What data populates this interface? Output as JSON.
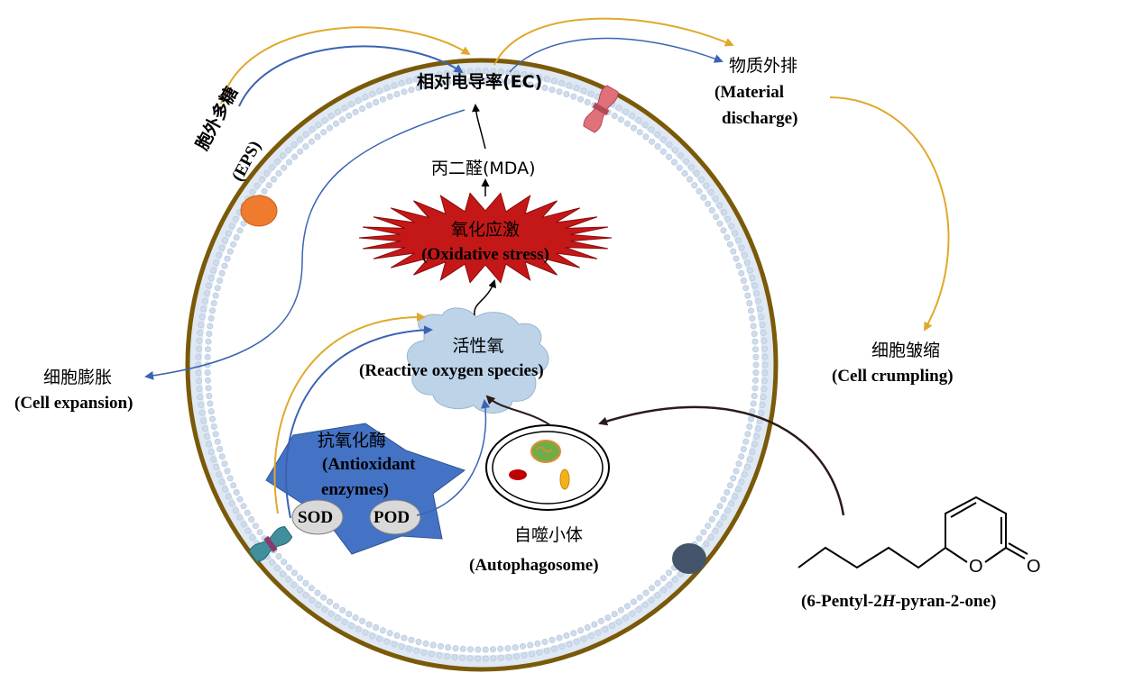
{
  "labels": {
    "ec": "相对电导率(EC)",
    "mda": "丙二醛(MDA)",
    "oxidative_zh": "氧化应激",
    "oxidative_en": "(Oxidative stress)",
    "ros_zh": "活性氧",
    "ros_en": "(Reactive oxygen species)",
    "antiox_zh": "抗氧化酶",
    "antiox_en1": "(Antioxidant",
    "antiox_en2": "enzymes)",
    "sod": "SOD",
    "pod": "POD",
    "auto_zh": "自噬小体",
    "auto_en": "(Autophagosome)",
    "eps_zh": "胞外多糖",
    "eps_en": "(EPS)",
    "material_zh": "物质外排",
    "material_en1": "(Material",
    "material_en2": "discharge)",
    "crumpling_zh": "细胞皱缩",
    "crumpling_en": "(Cell crumpling)",
    "expansion_zh": "细胞膨胀",
    "expansion_en": "(Cell expansion)",
    "compound_pre": "(6-Pentyl-2",
    "compound_h": "H",
    "compound_post": "-pyran-2-one)",
    "atom_o1": "O",
    "atom_o2": "O"
  },
  "colors": {
    "membrane_outer": "#7a5a08",
    "lipid_head": "#cfdcec",
    "arrow_gold": "#e0a92a",
    "arrow_blue": "#3b63b3",
    "arrow_dark": "#2b1a1a",
    "burst_red": "#c41818",
    "cloud_blue": "#bcd3e8",
    "star_blue": "#4472c4",
    "pump_pink": "#e0707a",
    "pump_teal": "#3f8f9c",
    "orange_oval": "#ef7b2e",
    "dark_oval": "#44546a"
  }
}
